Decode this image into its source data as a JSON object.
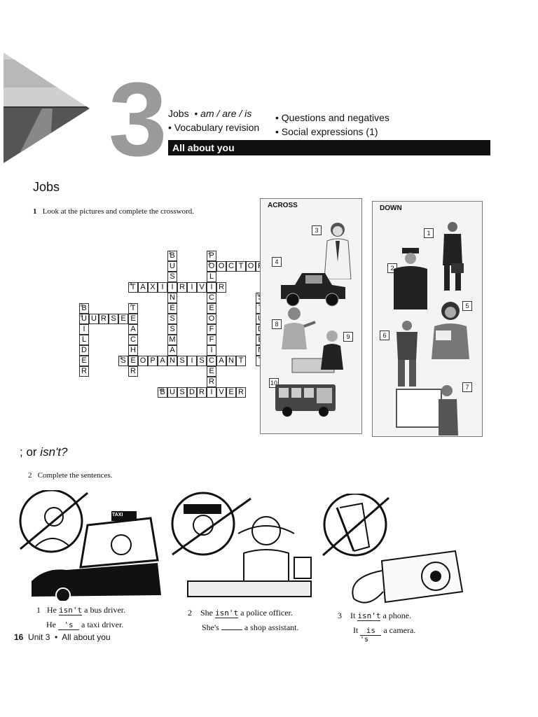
{
  "header": {
    "unit_number": "3",
    "topics_col1": [
      "Jobs",
      "Vocabulary revision"
    ],
    "topics_am_are_is": "am / are / is",
    "topics_col2": [
      "Questions and negatives",
      "Social expressions (1)"
    ],
    "banner": "All about you"
  },
  "section_jobs": {
    "title": "Jobs",
    "exercise_number": "1",
    "instruction": "Look at the pictures and complete the crossword."
  },
  "crossword": {
    "across_label": "ACROSS",
    "down_label": "DOWN",
    "across_numbers": [
      "3",
      "4",
      "8",
      "9",
      "10"
    ],
    "down_numbers": [
      "1",
      "2",
      "5",
      "6",
      "7"
    ],
    "words": [
      {
        "num": "1",
        "text": "BUSINESSMAN"
      },
      {
        "num": "2",
        "text": "POLICEOFFICER"
      },
      {
        "num": "3",
        "text": "DOCTOR"
      },
      {
        "num": "4",
        "text": "TAXIDRIVER"
      },
      {
        "num": "5",
        "text": "STUDENT"
      },
      {
        "num": "6",
        "text": "BUILDER"
      },
      {
        "num": "7",
        "text": "TEACHER"
      },
      {
        "num": "8",
        "text": "NURSE"
      },
      {
        "num": "9",
        "text": "SHOPASSISTANT"
      },
      {
        "num": "10",
        "text": "BUSDRIVER"
      }
    ]
  },
  "section_is": {
    "title_prefix": "; or",
    "title_italic": "isn't?",
    "exercise_number": "2",
    "instruction": "Complete the sentences.",
    "taxi_sign": "TAXI",
    "sentences": [
      {
        "num": "1",
        "lines": [
          {
            "subject": "He",
            "answer": "isn't",
            "rest": "a bus driver."
          },
          {
            "subject": "He",
            "answer": "'s",
            "rest": "a taxi driver."
          }
        ]
      },
      {
        "num": "2",
        "lines": [
          {
            "subject": "She",
            "answer": "isn't",
            "rest": "a police officer."
          },
          {
            "subject": "She's",
            "answer": "",
            "rest": "a shop assistant."
          }
        ]
      },
      {
        "num": "3",
        "lines": [
          {
            "subject": "It",
            "answer": "isn't",
            "rest": "a phone."
          },
          {
            "subject": "It",
            "answer": "is",
            "rest": "a camera."
          }
        ]
      }
    ],
    "extra_scribble": "'s"
  },
  "footer": {
    "page_number": "16",
    "unit_label": "Unit 3",
    "unit_title": "All about you"
  },
  "colors": {
    "accent": "#111111",
    "unit_gray": "#9a9a9a"
  }
}
